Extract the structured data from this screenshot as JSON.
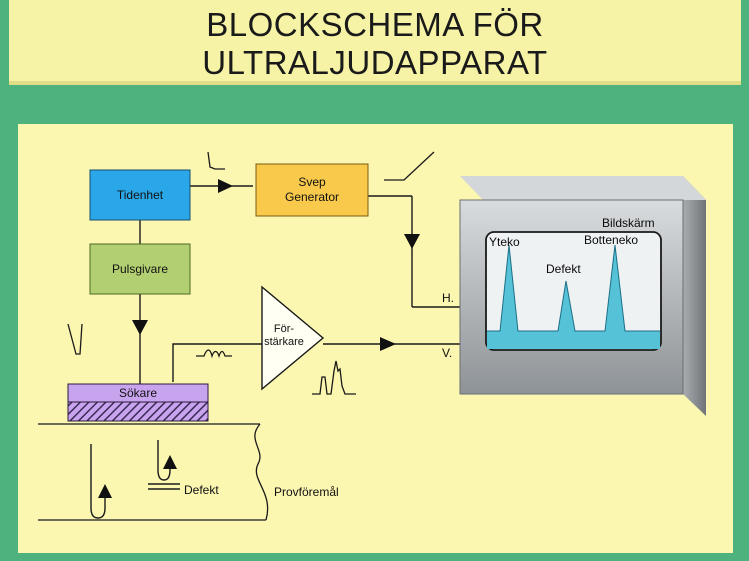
{
  "title": {
    "line1": "BLOCKSCHEMA FÖR",
    "line2": "ULTRALJUDAPPARAT"
  },
  "blocks": {
    "tidenhet": "Tidenhet",
    "svep_line1": "Svep",
    "svep_line2": "Generator",
    "pulsgivare": "Pulsgivare",
    "sokare": "Sökare",
    "forstarkare_line1": "För-",
    "forstarkare_line2": "stärkare"
  },
  "screen": {
    "title": "Bildskärm",
    "yteko": "Yteko",
    "defekt": "Defekt",
    "botteneko": "Botteneko"
  },
  "inputs": {
    "h": "H.",
    "v": "V."
  },
  "specimen": {
    "defekt": "Defekt",
    "provforemal": "Provföremål"
  },
  "colors": {
    "background": "#4db27d",
    "title_bar": "#f6f3a6",
    "panel": "#fbf6b0",
    "tidenhet": "#2aa7e8",
    "svep_generator": "#f8c94a",
    "pulsgivare": "#b2cf72",
    "sokare": "#c9a4ee",
    "screen_fill": "#56c2d8",
    "screen_bg": "#eef2f3",
    "monitor": "#b8bcbf"
  }
}
